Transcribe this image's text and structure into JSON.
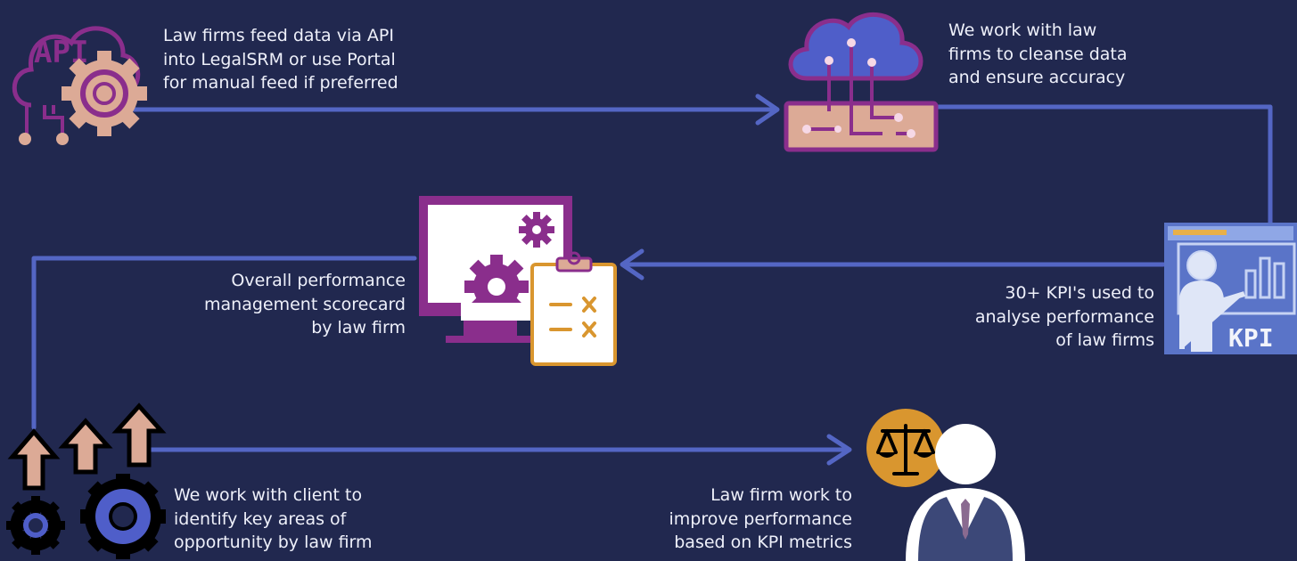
{
  "colors": {
    "background": "#21284f",
    "connector": "#5466c4",
    "purple": "#8a2e8c",
    "peach": "#dcaa96",
    "orange": "#d9962f",
    "blue_gear": "#4f5ec9",
    "kpi_panel": "#5a74c8",
    "text": "#eef0fa"
  },
  "icons": {
    "api": "api-cloud-gear-icon",
    "cloud": "cloud-circuit-icon",
    "kpi": "kpi-presentation-icon",
    "scorecard": "monitor-checklist-icon",
    "growth": "arrows-gears-icon",
    "lawyer": "lawyer-scales-icon"
  },
  "steps": [
    {
      "id": "api-feed",
      "lines": [
        "Law firms feed data via API",
        "into LegalSRM or use Portal",
        "for manual feed if preferred"
      ]
    },
    {
      "id": "cleanse",
      "lines": [
        "We  work  with  law",
        "firms to cleanse data",
        "and ensure accuracy"
      ]
    },
    {
      "id": "kpi",
      "lines": [
        "30+ KPI's used to",
        "analyse performance",
        "of law firms"
      ]
    },
    {
      "id": "scorecard",
      "lines": [
        "Overall performance",
        "management scorecard",
        "by law firm"
      ]
    },
    {
      "id": "opportunity",
      "lines": [
        "We work with client to",
        "identify key areas of",
        "opportunity by law firm"
      ]
    },
    {
      "id": "improve",
      "lines": [
        "Law firm work to",
        "improve performance",
        "based on KPI metrics"
      ]
    }
  ],
  "kpi_icon_label": "KPI",
  "api_icon_label": "API"
}
